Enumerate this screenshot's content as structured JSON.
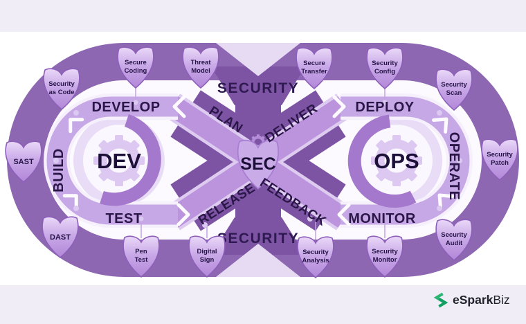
{
  "colors": {
    "page_bg": "#f1edf7",
    "canvas_bg": "#ffffff",
    "ring": "#8d67b1",
    "ring_dark": "#7d54a4",
    "track": "#c7a8e6",
    "diagonal": "#bc93dd",
    "crescent": "#a478cc",
    "gear": "#dcc8f1",
    "shield_border": "#8d5fba",
    "text_dark": "#241243",
    "accent_green": "#2ab572"
  },
  "diagram": {
    "security_top": "SECURITY",
    "security_bottom": "SECURITY",
    "left_loop": {
      "core": "DEV",
      "top": "DEVELOP",
      "side": "BUILD",
      "bottom": "TEST"
    },
    "right_loop": {
      "core": "OPS",
      "top": "DEPLOY",
      "side": "OPERATE",
      "bottom": "MONITOR"
    },
    "center": {
      "core": "SEC",
      "upper_left": "PLAN",
      "upper_right": "DELIVER",
      "lower_left": "RELEASE",
      "lower_right": "FEEDBACK"
    }
  },
  "shields": [
    {
      "id": "security-as-code",
      "line1": "Security",
      "line2": "as Code"
    },
    {
      "id": "secure-coding",
      "line1": "Secure",
      "line2": "Coding"
    },
    {
      "id": "threat-model",
      "line1": "Threat",
      "line2": "Model"
    },
    {
      "id": "secure-transfer",
      "line1": "Secure",
      "line2": "Transfer"
    },
    {
      "id": "security-config",
      "line1": "Security",
      "line2": "Config"
    },
    {
      "id": "security-scan",
      "line1": "Security",
      "line2": "Scan"
    },
    {
      "id": "sast",
      "line1": "SAST"
    },
    {
      "id": "security-patch",
      "line1": "Security",
      "line2": "Patch"
    },
    {
      "id": "dast",
      "line1": "DAST"
    },
    {
      "id": "pen-test",
      "line1": "Pen",
      "line2": "Test"
    },
    {
      "id": "digital-sign",
      "line1": "Digital",
      "line2": "Sign"
    },
    {
      "id": "security-analysis",
      "line1": "Security",
      "line2": "Analysis"
    },
    {
      "id": "security-monitor",
      "line1": "Security",
      "line2": "Monitor"
    },
    {
      "id": "security-audit",
      "line1": "Security",
      "line2": "Audit"
    }
  ],
  "logo": {
    "bold": "eSpark",
    "light": "Biz"
  }
}
